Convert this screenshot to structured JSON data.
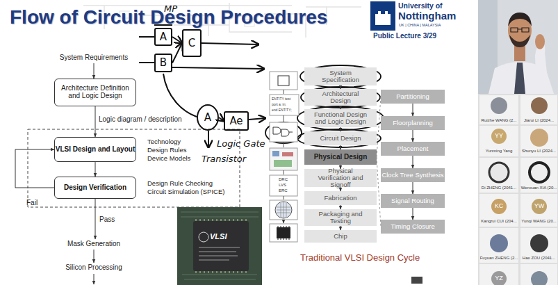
{
  "diagram": {
    "title": "Flow of Circuit Design Procedures",
    "caption": "Traditional VLSI Design Cycle",
    "nodes": [
      {
        "text": [
          "System Requirements"
        ]
      },
      {
        "text": [
          "Architecture Definition and Logic Design"
        ]
      },
      {
        "text": [
          "VLSI Design and Layout"
        ]
      },
      {
        "text": [
          "Design Verification"
        ]
      },
      {
        "text": [
          "Mask Generation"
        ]
      },
      {
        "text": [
          "Silicon Processing"
        ]
      },
      {
        "text": [
          "A"
        ]
      },
      {
        "text": [
          "B"
        ]
      },
      {
        "text": [
          "C"
        ]
      },
      {
        "text": [
          "A"
        ]
      },
      {
        "text": [
          "Ae"
        ]
      },
      {
        "text": [
          "System Specification"
        ]
      },
      {
        "text": [
          "Architectural Design"
        ]
      },
      {
        "text": [
          "Functional Design and Logic Design"
        ]
      },
      {
        "text": [
          "Circuit Design"
        ]
      },
      {
        "text": [
          "Physical Design"
        ]
      },
      {
        "text": [
          "Physical Verification and Signoff"
        ]
      },
      {
        "text": [
          "Fabrication"
        ]
      },
      {
        "text": [
          "Packaging and Testing"
        ]
      },
      {
        "text": [
          "Chip"
        ]
      },
      {
        "text": [
          "Partitioning"
        ]
      },
      {
        "text": [
          "Floorplanning"
        ]
      },
      {
        "text": [
          "Placement"
        ]
      },
      {
        "text": [
          "Clock Tree Synthesis"
        ]
      },
      {
        "text": [
          "Signal Routing"
        ]
      },
      {
        "text": [
          "Timing Closure"
        ]
      },
      {
        "text": [
          "YY"
        ]
      },
      {
        "text": [
          "KC"
        ]
      },
      {
        "text": [
          "YW"
        ]
      },
      {
        "text": [
          "YZ"
        ]
      }
    ],
    "edges": [
      {
        "from": 0,
        "to": 1,
        "arrow": "to"
      },
      {
        "from": 1,
        "to": 2,
        "label": "Logic diagram / description",
        "arrow": "to"
      },
      {
        "from": 2,
        "to": 3,
        "arrow": "to"
      },
      {
        "from": 3,
        "to": 2,
        "label": "Fail",
        "arrow": "to"
      },
      {
        "from": 3,
        "to": 4,
        "label": "Pass",
        "arrow": "to"
      },
      {
        "from": 4,
        "to": 5,
        "arrow": "to"
      },
      {
        "from": 6,
        "to": 8,
        "arrow": "to"
      },
      {
        "from": 7,
        "to": 8,
        "arrow": "to"
      },
      {
        "from": 9,
        "to": 10,
        "arrow": "to"
      },
      {
        "from": 11,
        "to": 12,
        "arrow": "to"
      },
      {
        "from": 12,
        "to": 13,
        "arrow": "to"
      },
      {
        "from": 13,
        "to": 14,
        "arrow": "to"
      },
      {
        "from": 14,
        "to": 15,
        "arrow": "to"
      },
      {
        "from": 15,
        "to": 16,
        "arrow": "to"
      },
      {
        "from": 16,
        "to": 17,
        "arrow": "to"
      },
      {
        "from": 17,
        "to": 18,
        "arrow": "to"
      },
      {
        "from": 18,
        "to": 19,
        "arrow": "to"
      },
      {
        "from": 15,
        "to": 20,
        "arrow": "none"
      },
      {
        "from": 15,
        "to": 25,
        "arrow": "none"
      },
      {
        "from": 20,
        "to": 21,
        "arrow": "to"
      },
      {
        "from": 21,
        "to": 22,
        "arrow": "to"
      },
      {
        "from": 22,
        "to": 23,
        "arrow": "to"
      },
      {
        "from": 23,
        "to": 24,
        "arrow": "to"
      },
      {
        "from": 24,
        "to": 25,
        "arrow": "to"
      }
    ],
    "labels": [
      "University of",
      "Nottingham",
      "UK | CHINA | MALAYSIA",
      "Public Lecture 3/29",
      "MP",
      "Logic Gate",
      "Transistor",
      "Technology",
      "Design Rules",
      "Device Models",
      "Design Rule Checking",
      "Circuit Simulation (SPICE)",
      "ENTITY test",
      "port a: in;",
      "end ENTITY;",
      "DRC",
      "LVS",
      "ERC",
      "VLSI",
      "Ruizhe WANG (2...",
      "Jiarui LI (2024...",
      "Yunming Yang",
      "Shunyu LI (2024...",
      "Di ZHENG (2041...",
      "Wenxuan XIA (20...",
      "Kangrui CUI (204...",
      "Yunqi WANG (20...",
      "Fuyuan ZHENG (2...",
      "Hao ZOU (2041..."
    ]
  }
}
